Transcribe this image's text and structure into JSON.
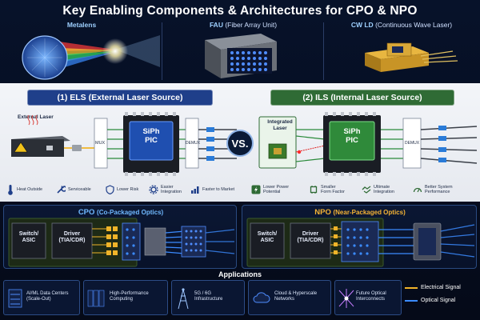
{
  "title": "Key Enabling Components & Architectures for CPO & NPO",
  "top_components": [
    {
      "name": "Metalens",
      "detail": ""
    },
    {
      "name": "FAU",
      "detail": "(Fiber Array Unit)"
    },
    {
      "name": "CW LD",
      "detail": "(Continuous Wave Laser)"
    }
  ],
  "els": {
    "header": "(1)  ELS  (External Laser Source)",
    "external_laser": "External Laser",
    "mux": "MUX",
    "demux": "DEMUX",
    "chip": "SiPh\nPIC",
    "features": [
      "Heat Outside",
      "Serviceable",
      "Lower Risk",
      "Easier\nIntegration",
      "Faster to Market"
    ]
  },
  "vs": "VS.",
  "ils": {
    "header": "(2)  ILS  (Internal Laser Source)",
    "integrated_laser": "Integrated\nLaser",
    "demux": "DEMUX",
    "chip": "SiPh\nPIC",
    "features": [
      "Lower Power\nPotential",
      "Smaller\nForm Factor",
      "Ultimate\nIntegration",
      "Better System\nPerformance"
    ]
  },
  "cpo": {
    "title_abbr": "CPO",
    "title_full": "(Co-Packaged Optics)",
    "switch": "Switch/\nASIC",
    "driver": "Driver\n(TIA/CDR)"
  },
  "npo": {
    "title_abbr": "NPO",
    "title_full": "(Near-Packaged Optics)",
    "switch": "Switch/\nASIC",
    "driver": "Driver\n(TIA/CDR)"
  },
  "applications": {
    "title": "Applications",
    "items": [
      "AI/ML Data Centers\n(Scale-Out)",
      "High-Performance\nComputing",
      "5G / 6G\nInfrastructure",
      "Cloud & Hyperscale\nNetworks",
      "Future Optical\nInterconnects"
    ]
  },
  "legend": {
    "electrical": "Electrical Signal",
    "optical": "Optical Signal"
  },
  "colors": {
    "els_band": "#1f3f8a",
    "ils_band": "#2f6b35",
    "cpo_title": "#6fb8ff",
    "npo_title": "#f5b335",
    "electrical": "#f0b429",
    "optical": "#3b8bff"
  }
}
